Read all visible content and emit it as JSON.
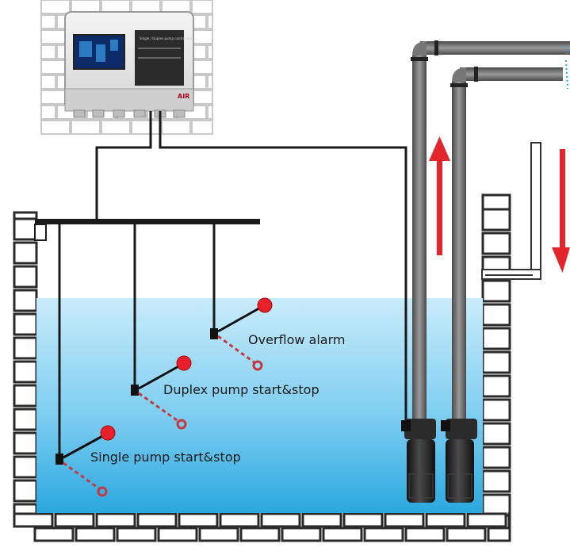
{
  "controller": {
    "brand_text": "AIR",
    "panel_caption": "Single / Duplex pump control box"
  },
  "labels": {
    "overflow": "Overflow alarm",
    "duplex": "Duplex pump start&stop",
    "single": "Single pump start&stop"
  },
  "colors": {
    "water_top": "#bfe6f7",
    "water_bottom": "#2aa8e0",
    "float_ball": "#e8202a",
    "arrow": "#e3262b",
    "pipe": "#6f6f6f",
    "pump": "#202020"
  },
  "icons": {
    "up_arrow": "arrow-up-icon",
    "down_arrow": "arrow-down-icon",
    "float": "float-switch-icon"
  }
}
